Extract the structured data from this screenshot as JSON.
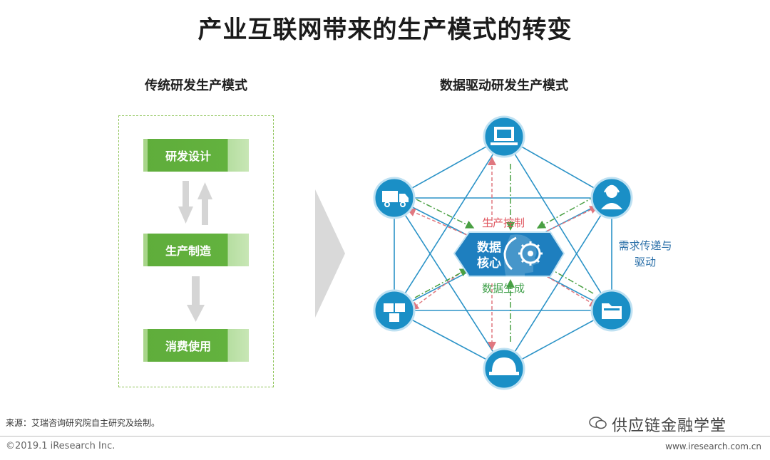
{
  "title": "产业互联网带来的生产模式的转变",
  "left": {
    "subtitle": "传统研发生产模式",
    "steps": [
      "研发设计",
      "生产制造",
      "消费使用"
    ]
  },
  "right": {
    "subtitle": "数据驱动研发生产模式",
    "core_line1": "数据",
    "core_line2": "核心",
    "top_label": "生产控制",
    "bottom_label": "数据生成",
    "side_label_line1": "需求传递与",
    "side_label_line2": "驱动",
    "nodes": [
      "computer-icon",
      "user-headset-icon",
      "folder-icon",
      "helmet-icon",
      "boxes-icon",
      "truck-icon"
    ]
  },
  "colors": {
    "step_green": "#63b23e",
    "node_blue": "#1a8fc6",
    "line_blue": "#2b93c7",
    "arrow_red": "#e0777f",
    "arrow_green": "#4aa043",
    "label_red": "#e0565f",
    "label_green": "#3fa04a",
    "label_blue": "#2a6fa8"
  },
  "footer": {
    "source": "来源：艾瑞咨询研究院自主研究及绘制。",
    "copyright": "©2019.1 iResearch Inc.",
    "website": "www.iresearch.com.cn",
    "brand": "供应链金融学堂"
  }
}
